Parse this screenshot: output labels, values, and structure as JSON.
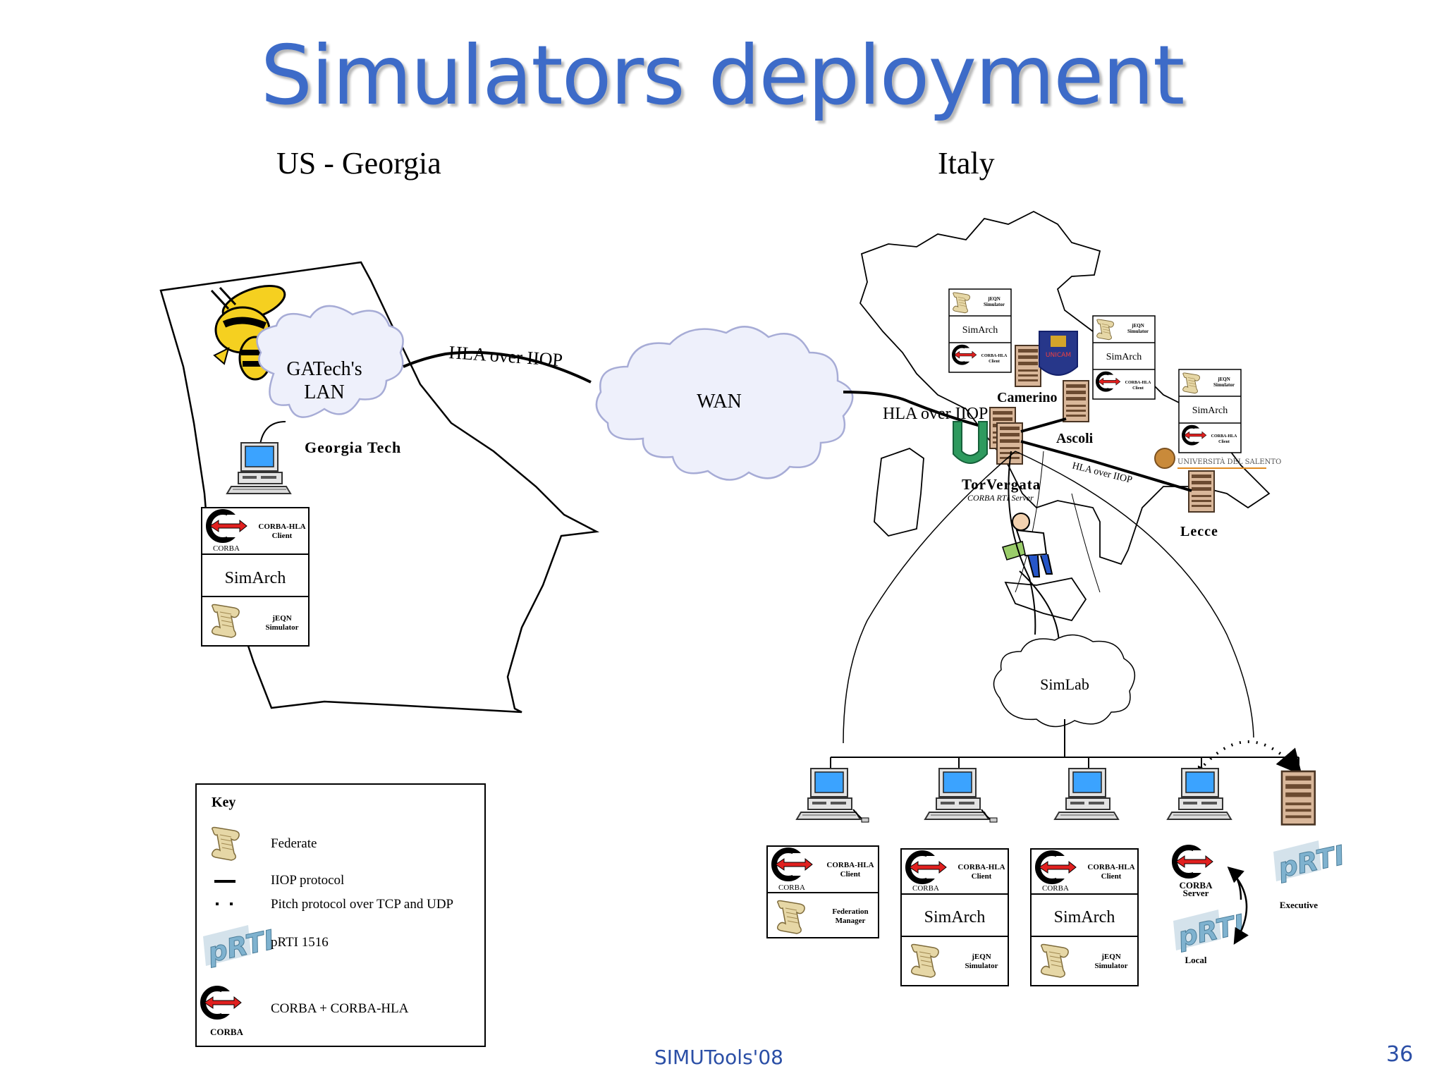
{
  "slide": {
    "title": "Simulators deployment",
    "footer": "SIMUTools'08",
    "page_number": "36"
  },
  "regions": {
    "us": "US - Georgia",
    "italy": "Italy"
  },
  "network": {
    "gatech_lan_line1": "GATech's",
    "gatech_lan_line2": "LAN",
    "wan": "WAN",
    "simlab": "SimLab",
    "hla_over_iiop": "HLA over IIOP"
  },
  "sites": {
    "georgia_tech": "Georgia Tech",
    "camerino": "Camerino",
    "ascoli": "Ascoli",
    "tor_vergata": "TorVergata",
    "tor_vergata_sub": "CORBA RTI Server",
    "lecce": "Lecce",
    "salento": "UNIVERSITÀ DEL SALENTO",
    "unicam": "UNICAM"
  },
  "stack": {
    "corba": "CORBA",
    "corba_hla": "CORBA-HLA",
    "client": "Client",
    "simarch": "SimArch",
    "jeqn": "jEQN",
    "simulator": "Simulator",
    "federation": "Federation",
    "manager": "Manager",
    "corba_server_1": "CORBA",
    "corba_server_2": "Server",
    "local": "Local",
    "executive": "Executive",
    "prti": "pRTI"
  },
  "key": {
    "title": "Key",
    "federate": "Federate",
    "iiop": "IIOP protocol",
    "pitch": "Pitch protocol over TCP and UDP",
    "prti": "pRTI 1516",
    "corba": "CORBA + CORBA-HLA",
    "corba_caption": "CORBA"
  },
  "colors": {
    "title": "#3d6bc8",
    "footer": "#2b4fa6",
    "cloud_fill": "#eef0fb",
    "cloud_stroke": "#a7acd6",
    "corba_red": "#e0201f",
    "scroll": "#e6d7a6"
  },
  "icons": [
    "yellow-jacket-mascot-icon",
    "scroll-icon",
    "corba-logo-icon",
    "prti-logo-icon",
    "computer-icon",
    "server-icon",
    "scientist-icon"
  ]
}
